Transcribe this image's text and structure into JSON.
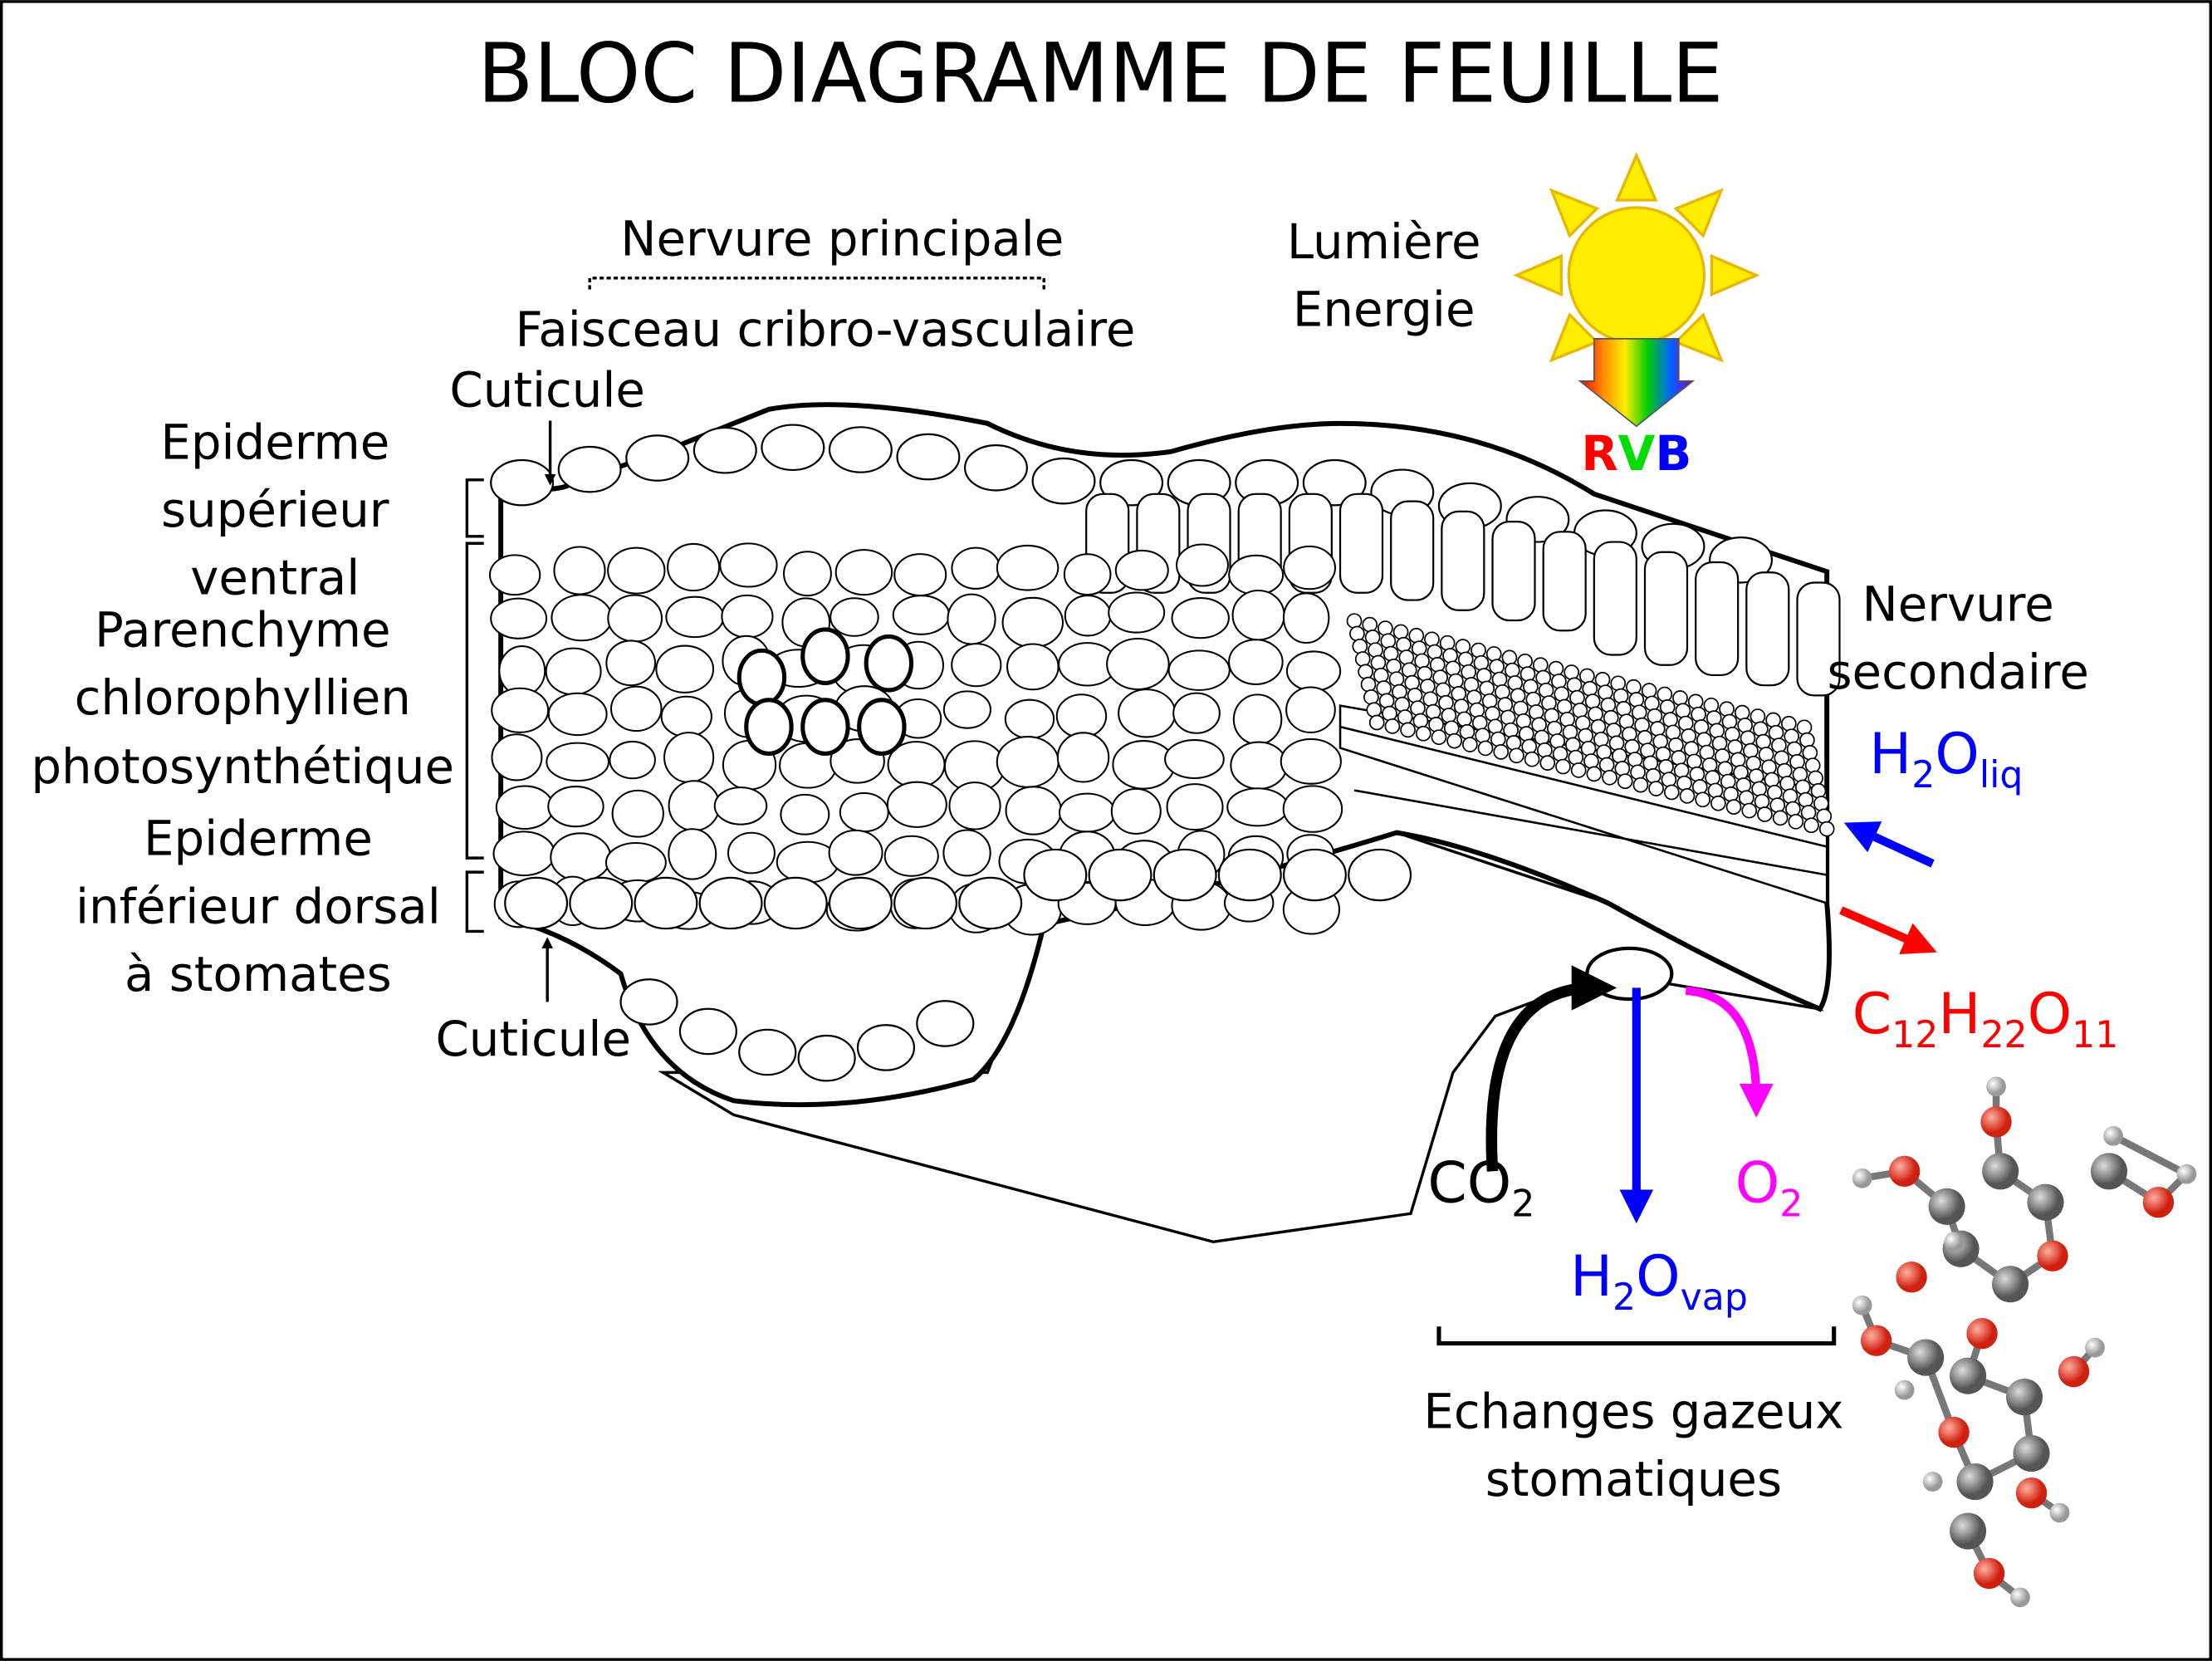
{
  "title": "BLOC DIAGRAMME DE FEUILLE",
  "labels": {
    "nervure_principale": "Nervure principale",
    "faisceau": "Faisceau cribro-vasculaire",
    "cuticule_top": "Cuticule",
    "epiderme_sup": [
      "Epiderme",
      "supérieur",
      "ventral"
    ],
    "parenchyme": [
      "Parenchyme",
      "chlorophyllien",
      "photosynthétique"
    ],
    "epiderme_inf": [
      "Epiderme",
      "inférieur dorsal",
      "à stomates"
    ],
    "cuticule_bottom": "Cuticule",
    "lumiere": [
      "Lumière",
      "Energie"
    ],
    "rvb": {
      "r": "R",
      "v": "V",
      "b": "B"
    },
    "nervure_secondaire": [
      "Nervure",
      "secondaire"
    ],
    "h2o_liq": {
      "a": "H",
      "s1": "2",
      "b": "O",
      "s2": "liq"
    },
    "sucrose": {
      "a": "C",
      "s1": "12",
      "b": "H",
      "s2": "22",
      "c": "O",
      "s3": "11"
    },
    "co2": {
      "a": "CO",
      "s": "2"
    },
    "o2": {
      "a": "O",
      "s": "2"
    },
    "h2o_vap": {
      "a": "H",
      "s1": "2",
      "b": "O",
      "s2": "vap"
    },
    "echanges": [
      "Echanges gazeux",
      "stomatiques"
    ]
  },
  "colors": {
    "blue": "#0000ff",
    "red": "#ff0000",
    "magenta": "#ff00ff",
    "green": "#00dd00",
    "sun": "#ffee00",
    "black": "#000000"
  }
}
